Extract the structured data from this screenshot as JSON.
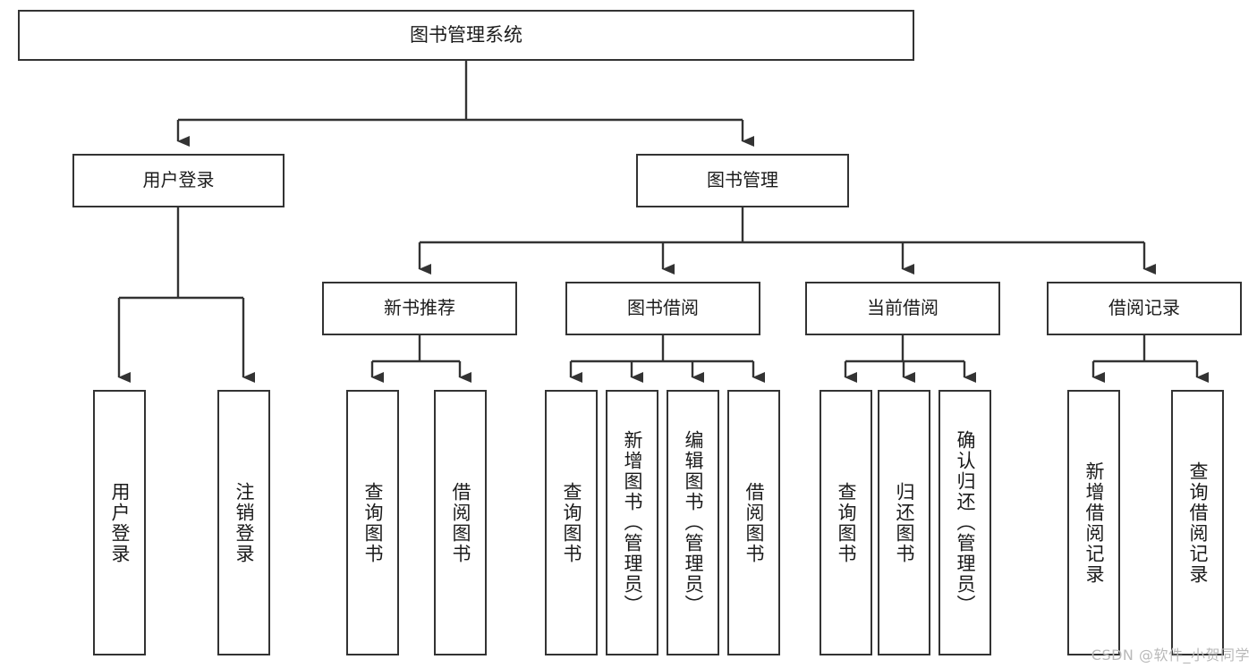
{
  "diagram": {
    "title": "图书管理系统",
    "type": "tree",
    "watermark": "CSDN @软件_小贺同学",
    "colors": {
      "stroke": "#333333",
      "fill": "#ffffff",
      "text": "#1b1b1b",
      "watermark": "#b9b9b9"
    },
    "levels": {
      "root": {
        "label": "图书管理系统"
      },
      "level2": [
        {
          "id": "user-login",
          "label": "用户登录"
        },
        {
          "id": "book-manage",
          "label": "图书管理"
        }
      ],
      "level3": [
        {
          "id": "new-book-recommend",
          "label": "新书推荐",
          "parent": "book-manage"
        },
        {
          "id": "book-borrow",
          "label": "图书借阅",
          "parent": "book-manage"
        },
        {
          "id": "current-borrow",
          "label": "当前借阅",
          "parent": "book-manage"
        },
        {
          "id": "borrow-record",
          "label": "借阅记录",
          "parent": "book-manage"
        }
      ],
      "leaves": [
        {
          "id": "leaf-user-login",
          "label": "用户登录",
          "parent": "user-login"
        },
        {
          "id": "leaf-logout-login",
          "label": "注销登录",
          "parent": "user-login"
        },
        {
          "id": "leaf-query-book-1",
          "label": "查询图书",
          "parent": "new-book-recommend"
        },
        {
          "id": "leaf-borrow-book-1",
          "label": "借阅图书",
          "parent": "new-book-recommend"
        },
        {
          "id": "leaf-query-book-2",
          "label": "查询图书",
          "parent": "book-borrow"
        },
        {
          "id": "leaf-add-book",
          "label": "新增图书（管理员）",
          "parent": "book-borrow"
        },
        {
          "id": "leaf-edit-book",
          "label": "编辑图书（管理员）",
          "parent": "book-borrow"
        },
        {
          "id": "leaf-borrow-book-2",
          "label": "借阅图书",
          "parent": "book-borrow"
        },
        {
          "id": "leaf-query-book-3",
          "label": "查询图书",
          "parent": "current-borrow"
        },
        {
          "id": "leaf-return-book",
          "label": "归还图书",
          "parent": "current-borrow"
        },
        {
          "id": "leaf-confirm-return",
          "label": "确认归还（管理员）",
          "parent": "current-borrow"
        },
        {
          "id": "leaf-add-record",
          "label": "新增借阅记录",
          "parent": "borrow-record"
        },
        {
          "id": "leaf-query-record",
          "label": "查询借阅记录",
          "parent": "borrow-record"
        }
      ]
    }
  }
}
